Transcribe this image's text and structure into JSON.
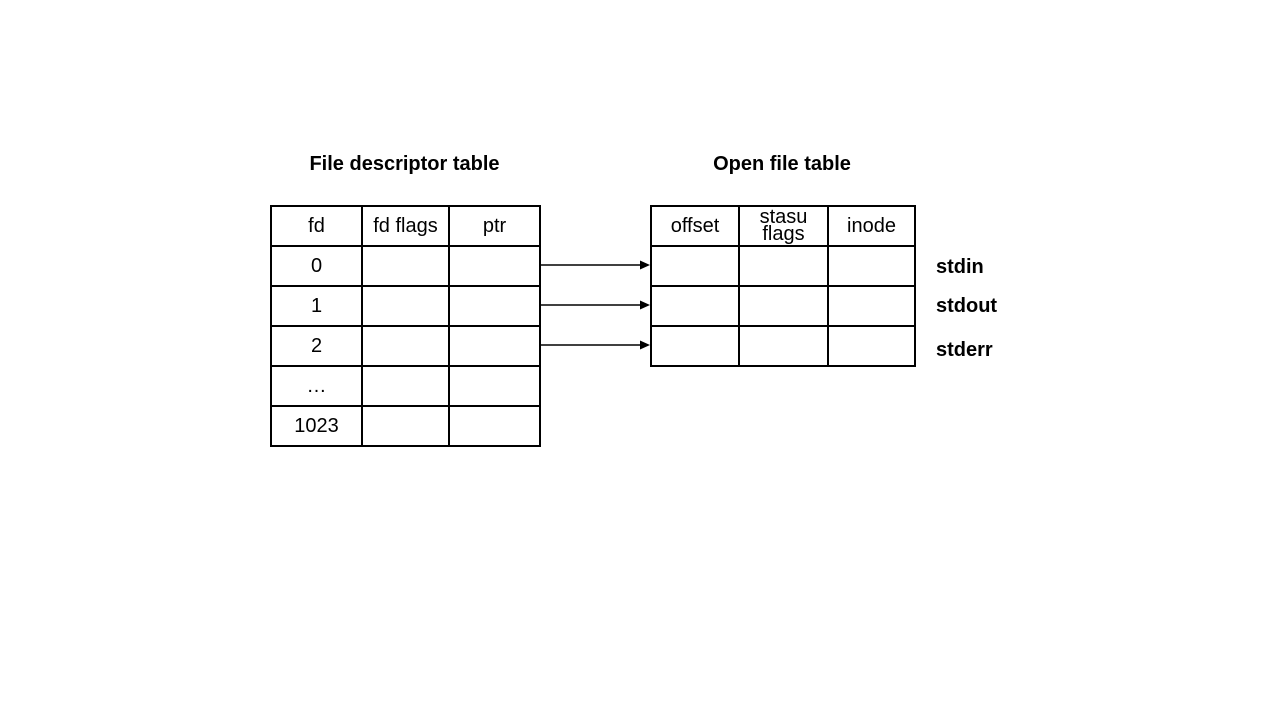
{
  "fd_table": {
    "title": "File descriptor table",
    "headers": [
      "fd",
      "fd flags",
      "ptr"
    ],
    "rows": [
      "0",
      "1",
      "2",
      "…",
      "1023"
    ]
  },
  "open_file_table": {
    "title": "Open file table",
    "headers": [
      "offset",
      "stasu\nflags",
      "inode"
    ],
    "row_labels": [
      "stdin",
      "stdout",
      "stderr"
    ]
  },
  "colors": {
    "text": "#000000",
    "border": "#000000",
    "background": "#ffffff"
  }
}
